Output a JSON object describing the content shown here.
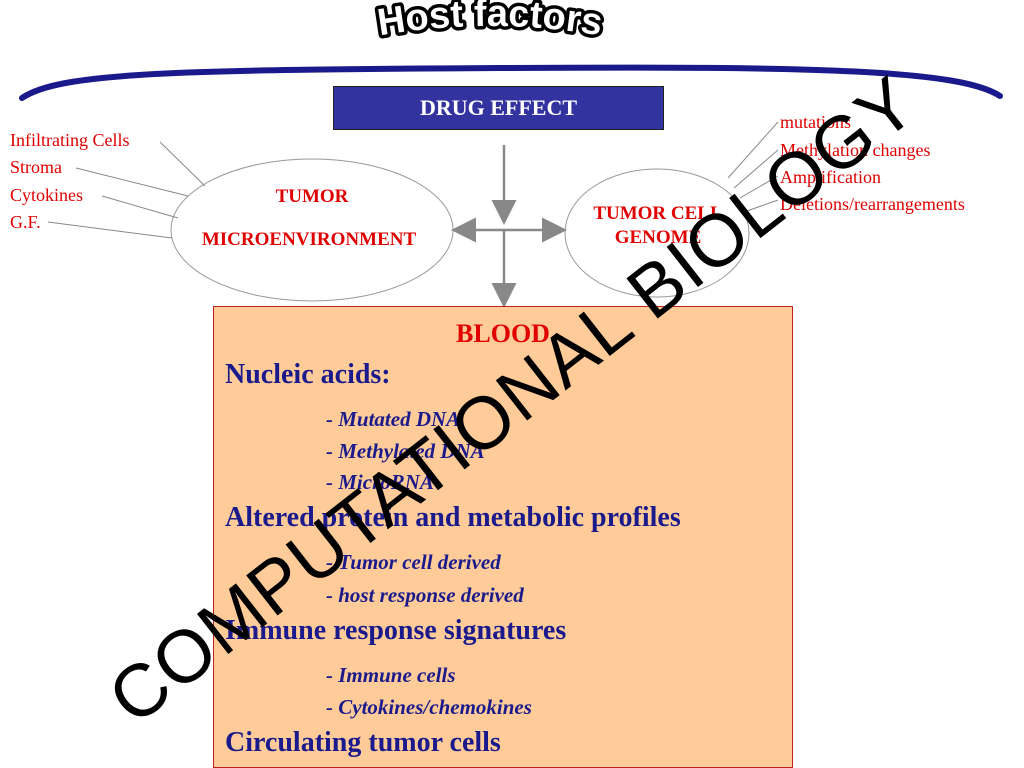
{
  "title": "Host factors",
  "drug_effect": "DRUG EFFECT",
  "host_factor_list": [
    "Infiltrating Cells",
    "Stroma",
    "Cytokines",
    "G.F."
  ],
  "tumor_microenvironment": {
    "line1": "TUMOR",
    "line2": "MICROENVIRONMENT"
  },
  "tumor_cell_genome": {
    "line1": "TUMOR CELL",
    "line2": "GENOME"
  },
  "genome_factor_list": [
    "mutations",
    "Methylation changes",
    "Amplification",
    "Deletions/rearrangements"
  ],
  "blood": {
    "title": "BLOOD",
    "sections": [
      {
        "heading": "Nucleic acids:",
        "items": [
          "- Mutated DNA",
          "- Methylated DNA",
          "- MicroRNA"
        ]
      },
      {
        "heading": "Altered protein and metabolic profiles",
        "items": [
          "- Tumor cell derived",
          "- host response derived"
        ]
      },
      {
        "heading": "Immune response signatures",
        "items": [
          "- Immune cells",
          "- Cytokines/chemokines"
        ]
      },
      {
        "heading": "Circulating tumor cells",
        "items": []
      }
    ]
  },
  "watermark": "COMPUTATIONAL BIOLOGY",
  "colors": {
    "accent_red": "#e00000",
    "navy_text": "#1a1a8c",
    "drug_box": "#3333a0",
    "blood_fill": "#ffcc99",
    "brace": "#1a1a8c"
  }
}
